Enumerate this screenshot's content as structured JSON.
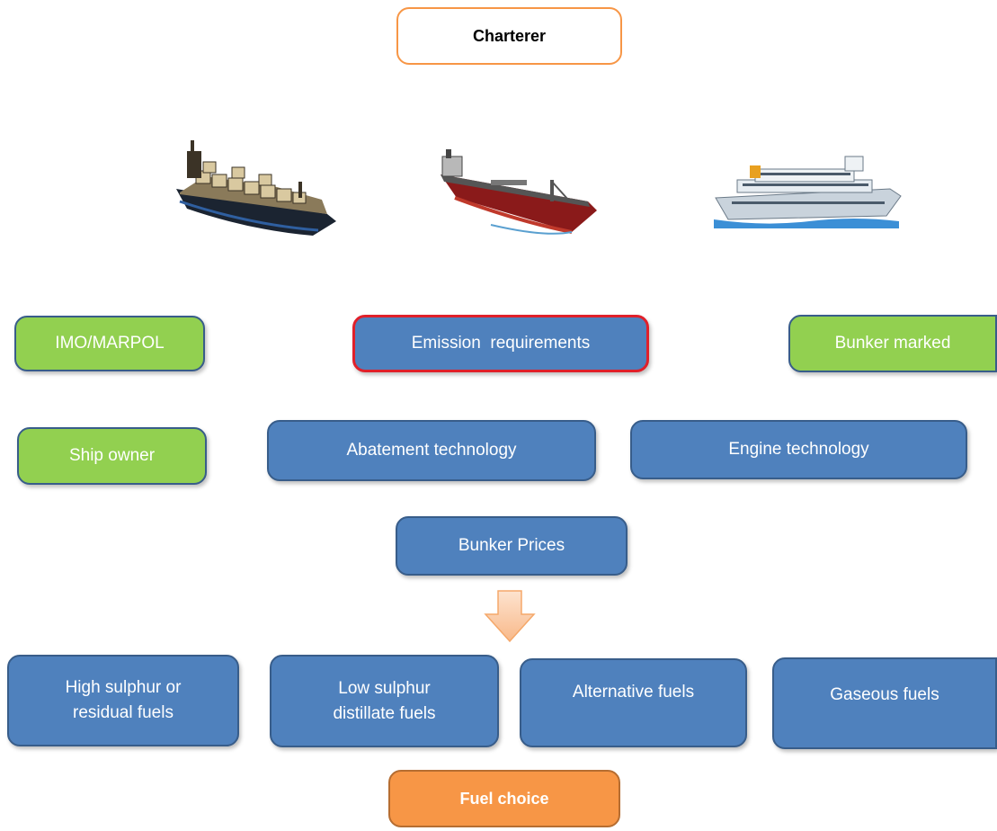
{
  "diagram": {
    "top": {
      "charterer": "Charterer"
    },
    "ships": [
      {
        "icon": "container-ship-icon"
      },
      {
        "icon": "tanker-ship-icon"
      },
      {
        "icon": "cruise-ship-icon"
      }
    ],
    "row1": {
      "imo": "IMO/MARPOL",
      "emission": "Emission  requirements",
      "bunker_marked": "Bunker marked"
    },
    "row2": {
      "ship_owner": "Ship owner",
      "abatement": "Abatement technology",
      "engine": "Engine technology"
    },
    "row3": {
      "bunker_prices": "Bunker Prices"
    },
    "fuels": {
      "high_sulphur": "High sulphur or\nresidual fuels",
      "low_sulphur": "Low sulphur\ndistillate fuels",
      "alternative": "Alternative fuels",
      "gaseous": "Gaseous fuels"
    },
    "bottom": {
      "fuel_choice": "Fuel choice"
    },
    "colors": {
      "blue_box": "#4f81bd",
      "blue_border": "#385d8a",
      "green_box": "#92d050",
      "orange": "#f79646",
      "emission_border": "#e0202a",
      "arrow_fill": "#fbd4b4"
    }
  }
}
